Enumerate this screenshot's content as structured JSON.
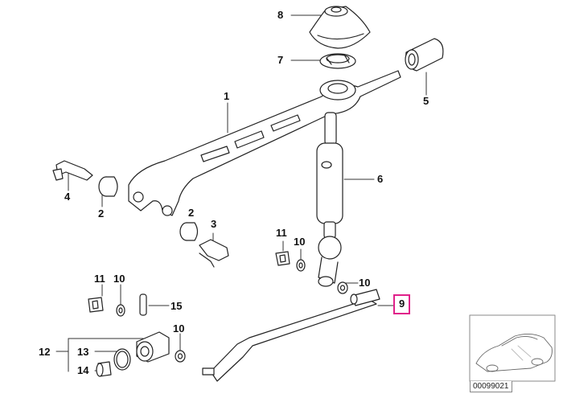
{
  "callouts": {
    "c1": "1",
    "c2a": "2",
    "c2b": "2",
    "c3": "3",
    "c4": "4",
    "c5": "5",
    "c6": "6",
    "c7": "7",
    "c8": "8",
    "c9": "9",
    "c10a": "10",
    "c10b": "10",
    "c10c": "10",
    "c10d": "10",
    "c11a": "11",
    "c11b": "11",
    "c12": "12",
    "c13": "13",
    "c14": "14",
    "c15": "15"
  },
  "highlighted_callout": "9",
  "highlight_color": "#e0218a",
  "reference_number": "00099021",
  "thumbnail_icon": "car-sedan-icon"
}
